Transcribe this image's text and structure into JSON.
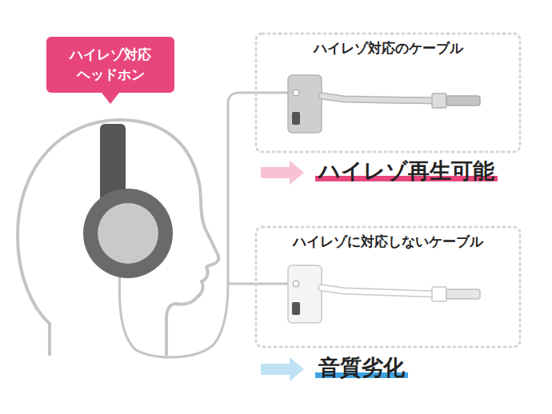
{
  "diagram": {
    "nodes": [
      {
        "text": [
          "ハイレゾ対応 ヘッドホン"
        ]
      },
      {
        "text": [
          "ハイレゾ対応のケーブル"
        ]
      },
      {
        "text": [
          "ハイレゾに対応しないケーブル"
        ]
      },
      {
        "text": [
          "ハイレゾ再生可能"
        ]
      },
      {
        "text": [
          "音質劣化"
        ]
      }
    ]
  }
}
